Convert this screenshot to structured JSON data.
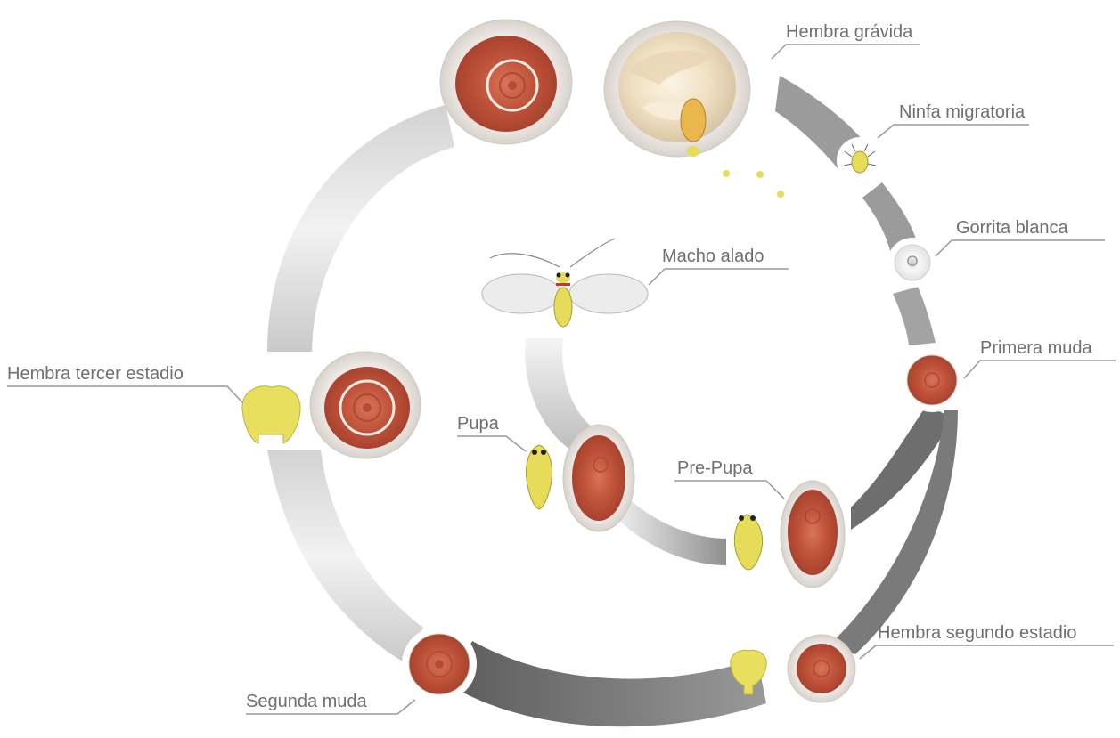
{
  "diagram": {
    "stages": [
      {
        "id": "hembra-gravida",
        "label": "Hembra grávida"
      },
      {
        "id": "ninfa-migratoria",
        "label": "Ninfa migratoria"
      },
      {
        "id": "gorrita-blanca",
        "label": "Gorrita blanca"
      },
      {
        "id": "macho-alado",
        "label": "Macho alado"
      },
      {
        "id": "primera-muda",
        "label": "Primera muda"
      },
      {
        "id": "hembra-tercer-estadio",
        "label": "Hembra tercer estadio"
      },
      {
        "id": "pupa",
        "label": "Pupa"
      },
      {
        "id": "pre-pupa",
        "label": "Pre-Pupa"
      },
      {
        "id": "hembra-segundo-estadio",
        "label": "Hembra segundo estadio"
      },
      {
        "id": "segunda-muda",
        "label": "Segunda muda"
      }
    ],
    "colors": {
      "scale_red": "#c0533a",
      "scale_rim": "#e9e4df",
      "insect_yellow": "#e6dc5a",
      "arrow_gray": "#9b9b9b",
      "label_gray": "#6f6f6f"
    }
  }
}
